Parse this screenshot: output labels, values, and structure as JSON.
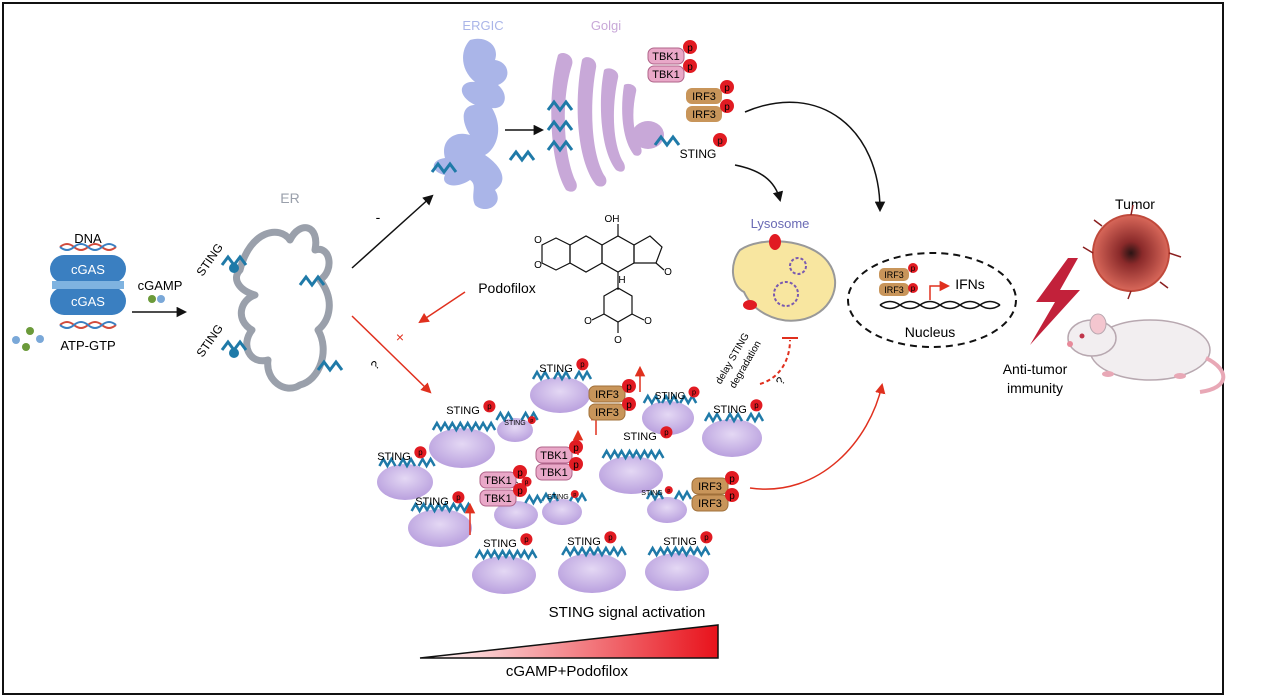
{
  "labels": {
    "dna": "DNA",
    "cgas_top": "cGAS",
    "cgas_bottom": "cGAS",
    "atp_gtp": "ATP-GTP",
    "cgamp": "cGAMP",
    "er": "ER",
    "ergic": "ERGIC",
    "golgi": "Golgi",
    "sting": "STING",
    "tbk1": "TBK1",
    "irf3": "IRF3",
    "p": "p",
    "lysosome": "Lysosome",
    "podofilox": "Podofilox",
    "oh": "OH",
    "o": "O",
    "h": "H",
    "ifns": "IFNs",
    "nucleus": "Nucleus",
    "tumor": "Tumor",
    "anti_tumor_1": "Anti-tumor",
    "anti_tumor_2": "immunity",
    "delay_1": "delay STING",
    "delay_2": "degradation",
    "question": "?",
    "minus": "-",
    "cross": "×",
    "signal_activation": "STING signal activation",
    "gradient_label": "cGAMP+Podofilox"
  },
  "colors": {
    "ergic": "#aab5e8",
    "golgi": "#c8a8d8",
    "er": "#9aa0ab",
    "vesicle": "#c7b3e6",
    "tbk1": "#e9a8c8",
    "irf3": "#c8955a",
    "phospho": "#e11b22",
    "lysosome": "#f8e6a0",
    "red_arrow": "#e0301e",
    "sting_protein": "#1f7aa8"
  }
}
